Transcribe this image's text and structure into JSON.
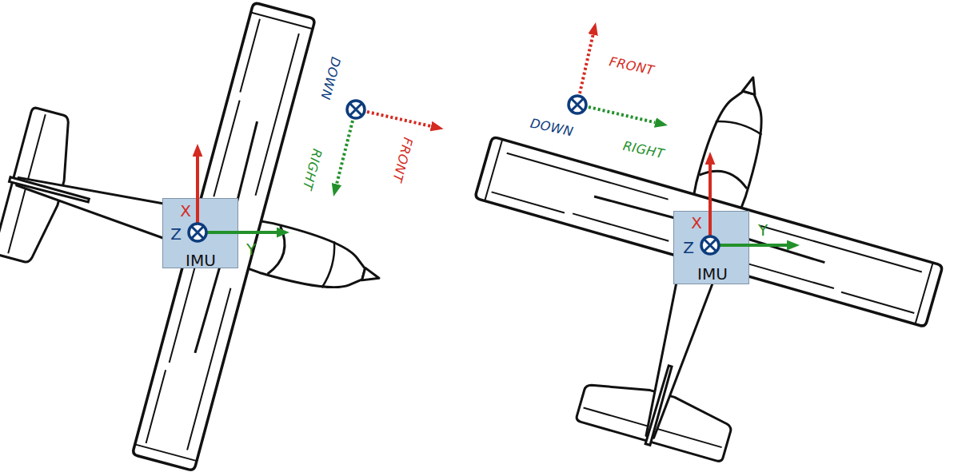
{
  "diagram": {
    "nodes": [
      {
        "text": [
          "X",
          "Z",
          "Y",
          "IMU"
        ]
      },
      {
        "text": [
          "X",
          "Z",
          "Y",
          "IMU"
        ]
      }
    ],
    "labels": [
      "DOWN",
      "RIGHT",
      "FRONT",
      "FRONT",
      "DOWN",
      "RIGHT"
    ]
  }
}
